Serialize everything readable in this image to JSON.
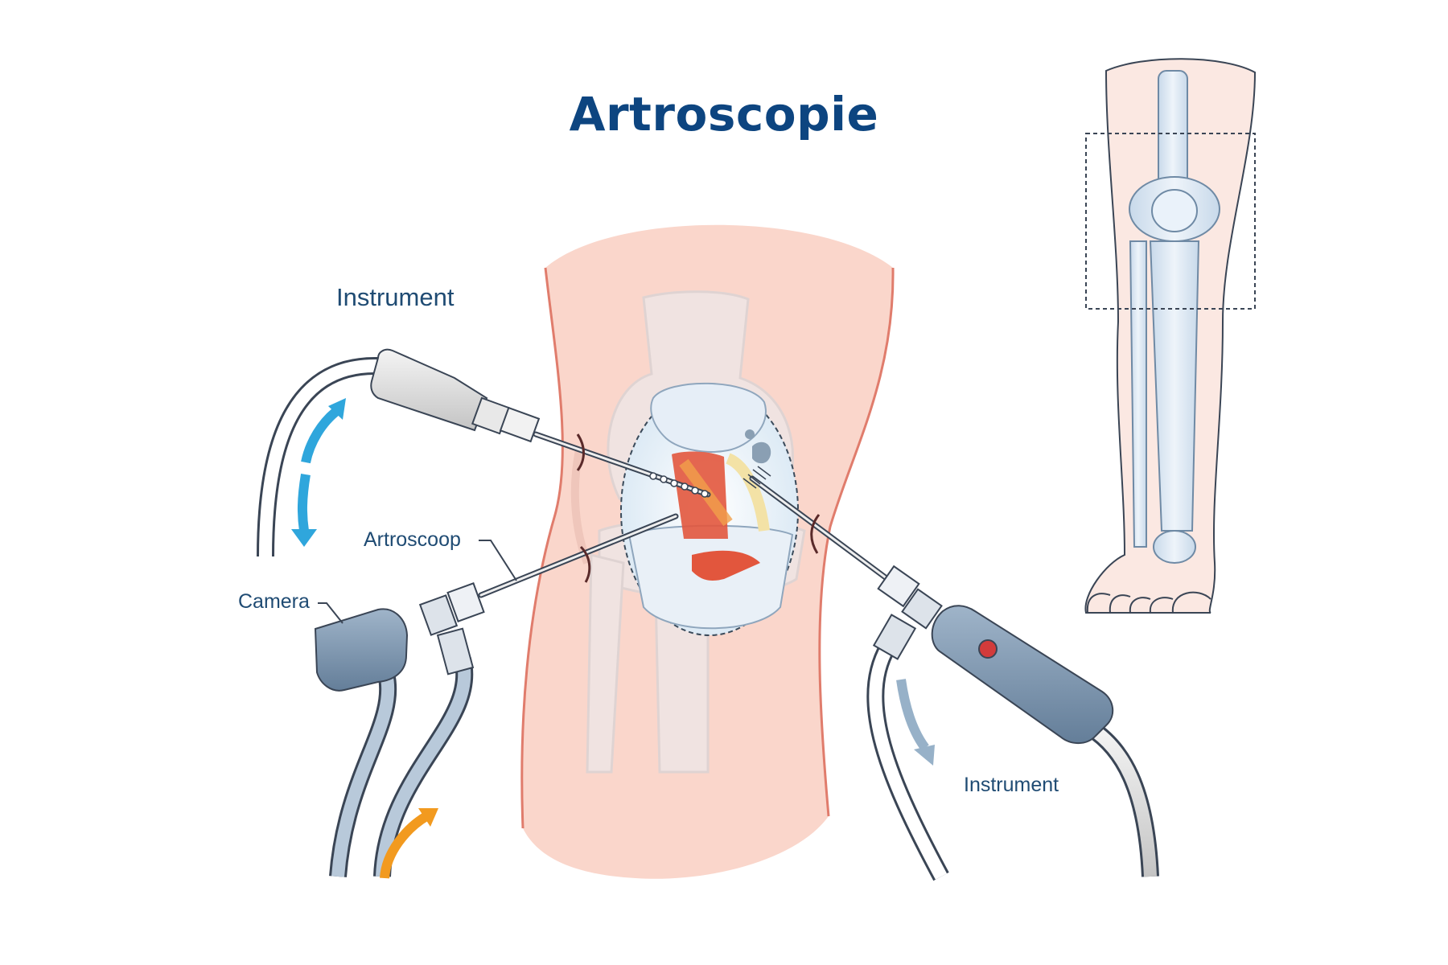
{
  "title": "Artroscopie",
  "labels": {
    "instrument_top": "Instrument",
    "artroscoop": "Artroscoop",
    "camera": "Camera",
    "instrument_right": "Instrument"
  },
  "colors": {
    "title": "#0d4580",
    "label": "#1f4b73",
    "skin": "#fad6cb",
    "skin_outline": "#e07c6c",
    "bone": "#d9e6f2",
    "device_dark": "#7e96b0",
    "arrow_blue": "#2fa6dc",
    "arrow_orange": "#f29a1f",
    "arrow_grey": "#97b1c8",
    "tissue_red": "#e2563d",
    "button_red": "#d23b3b"
  }
}
